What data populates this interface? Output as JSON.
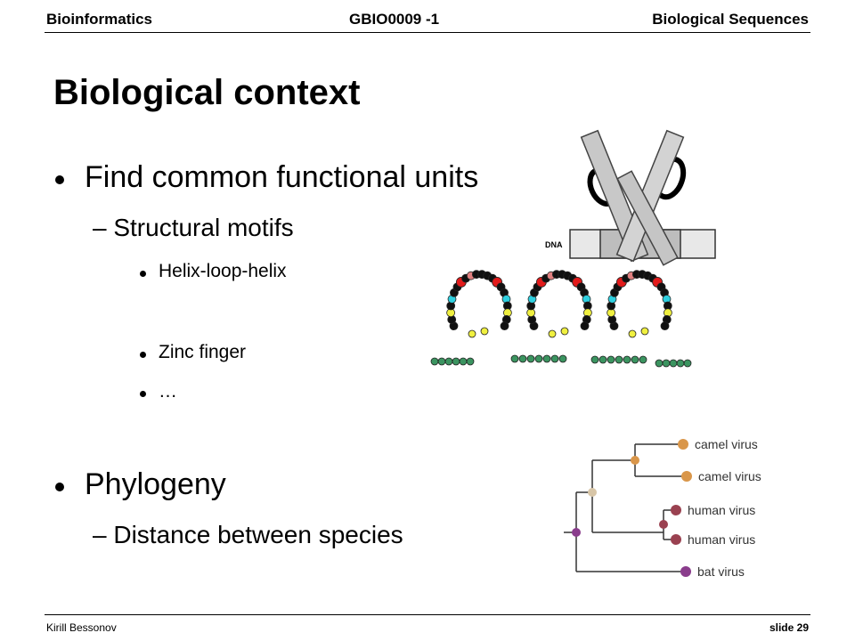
{
  "header": {
    "left": "Bioinformatics",
    "center": "GBIO0009 -1",
    "right": "Biological Sequences"
  },
  "title": "Biological context",
  "bullets": {
    "b1": "Find common functional units",
    "b1_sub": "– Structural motifs",
    "b1_items": [
      "Helix-loop-helix",
      "Zinc finger",
      "…"
    ],
    "b2": "Phylogeny",
    "b2_sub": "– Distance between species"
  },
  "figure_dna": {
    "label": "DNA"
  },
  "tree": {
    "leaves": [
      "camel virus",
      "camel virus",
      "human virus",
      "human virus",
      "bat virus"
    ],
    "colors": {
      "camel": "#d9964a",
      "human": "#9a4150",
      "bat": "#8a3d8c",
      "root": "#8a3d8c",
      "inner": "#d8c6a8"
    }
  },
  "footer": {
    "left": "Kirill Bessonov",
    "right": "slide 29"
  }
}
